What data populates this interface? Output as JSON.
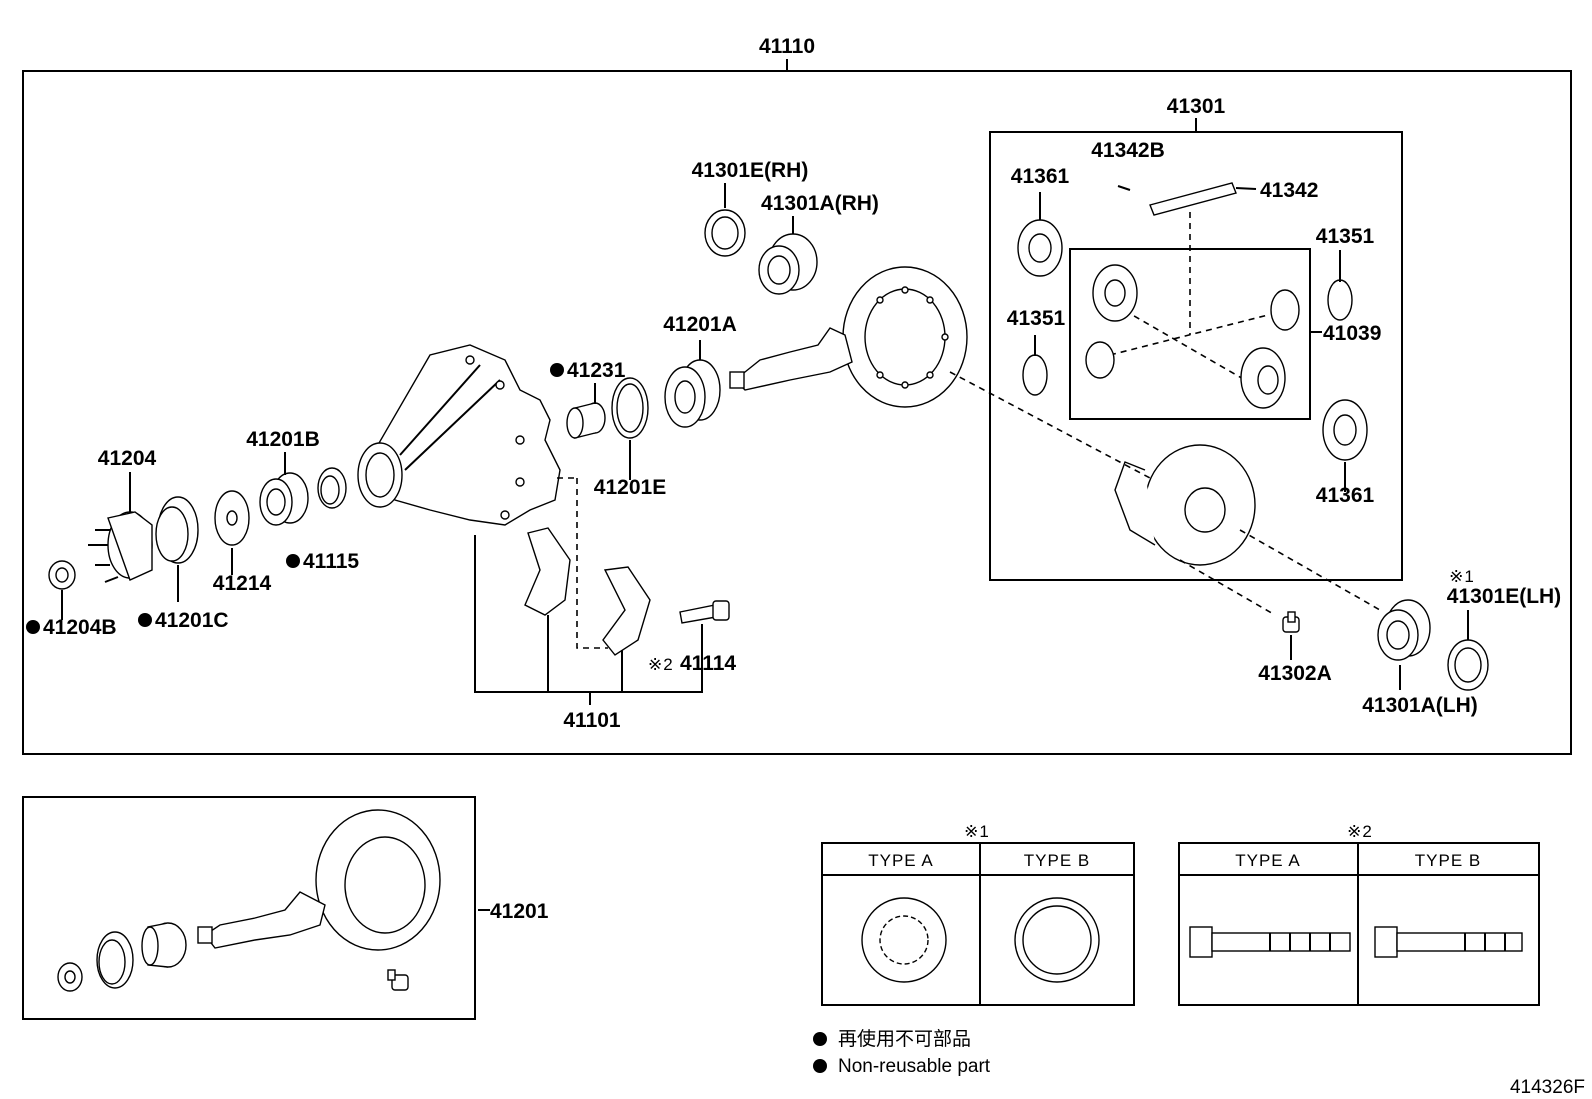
{
  "diagram": {
    "assembly": "41110",
    "case_assembly": "41301",
    "labels": {
      "p41301e_rh": "41301E(RH)",
      "p41301a_rh": "41301A(RH)",
      "p41342b": "41342B",
      "p41342": "41342",
      "p41361_top": "41361",
      "p41351_right": "41351",
      "p41351_left": "41351",
      "p41039": "41039",
      "p41361_bottom": "41361",
      "p41201a": "41201A",
      "p41231": "41231",
      "p41201e": "41201E",
      "p41201b": "41201B",
      "p41204": "41204",
      "p41214": "41214",
      "p41115": "41115",
      "p41204b": "41204B",
      "p41201c": "41201C",
      "p41114": "41114",
      "p41101": "41101",
      "p41302a": "41302A",
      "p41301a_lh": "41301A(LH)",
      "p41301e_lh": "41301E(LH)",
      "p41201": "41201"
    },
    "notes": {
      "mark1": "※1",
      "mark2": "※2",
      "mark1_small": "※1",
      "mark2_prefix": "※2"
    },
    "type_tables": [
      {
        "mark": "※1",
        "col_a": "TYPE  A",
        "col_b": "TYPE  B"
      },
      {
        "mark": "※2",
        "col_a": "TYPE  A",
        "col_b": "TYPE  B"
      }
    ],
    "legend": {
      "line_jp": "再使用不可部品",
      "line_en": "Non-reusable part"
    },
    "illustration_code": "414326F"
  }
}
